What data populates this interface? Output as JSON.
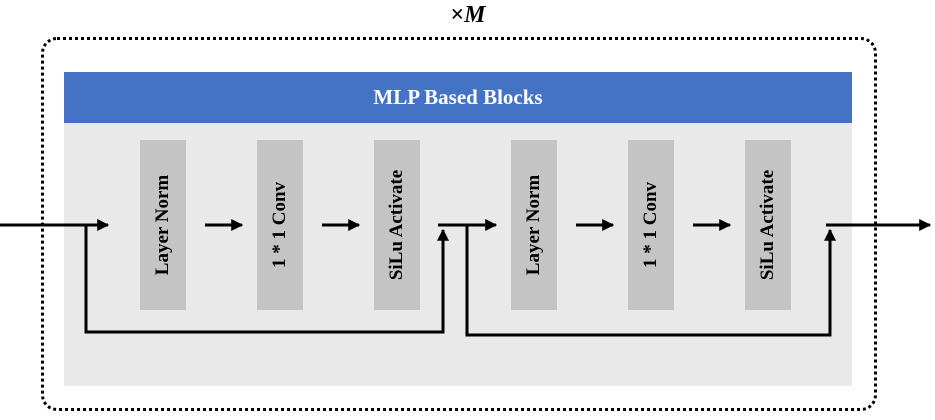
{
  "repeat": {
    "symbol": "×",
    "variable": "M"
  },
  "header": {
    "title": "MLP Based Blocks"
  },
  "blocks": [
    {
      "label": "Layer Norm"
    },
    {
      "label": "1 * 1 Conv"
    },
    {
      "label": "SiLu Activate"
    },
    {
      "label": "Layer Norm"
    },
    {
      "label": "1 * 1 Conv"
    },
    {
      "label": "SiLu Activate"
    }
  ],
  "colors": {
    "header": "#4472c4",
    "panel": "#e9e9e9",
    "block": "#c4c4c4",
    "line": "#000000"
  }
}
